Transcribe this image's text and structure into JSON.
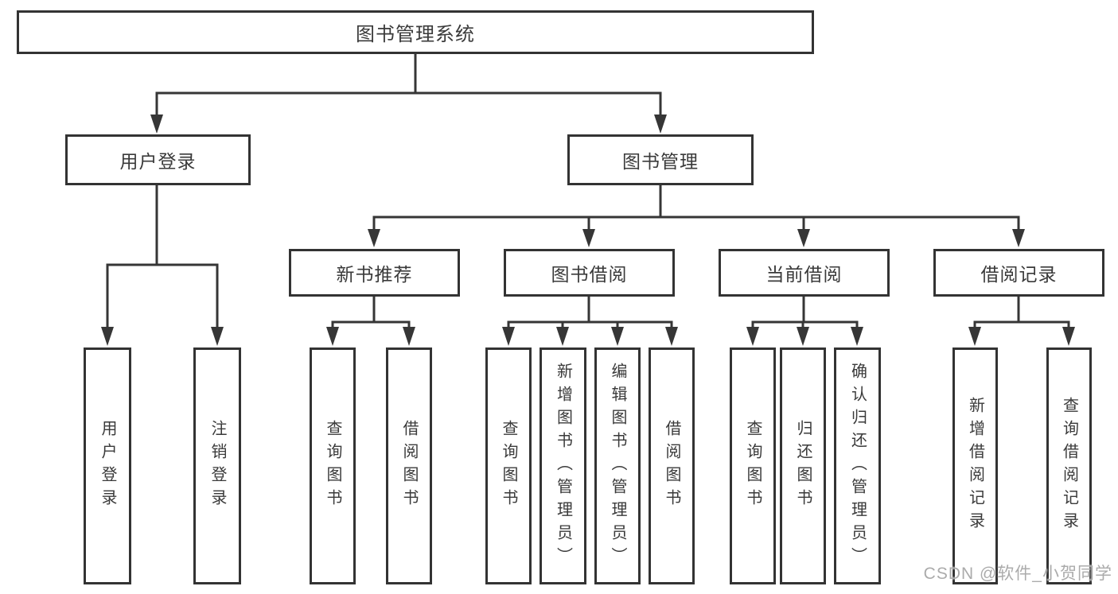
{
  "diagram": {
    "root": {
      "label": "图书管理系统"
    },
    "branches": [
      {
        "label": "用户登录",
        "children": [
          {
            "label": "用户登录"
          },
          {
            "label": "注销登录"
          }
        ]
      },
      {
        "label": "图书管理",
        "children": [
          {
            "label": "新书推荐",
            "children": [
              {
                "label": "查询图书"
              },
              {
                "label": "借阅图书"
              }
            ]
          },
          {
            "label": "图书借阅",
            "children": [
              {
                "label": "查询图书"
              },
              {
                "label": "新增图书（管理员）"
              },
              {
                "label": "编辑图书（管理员）"
              },
              {
                "label": "借阅图书"
              }
            ]
          },
          {
            "label": "当前借阅",
            "children": [
              {
                "label": "查询图书"
              },
              {
                "label": "归还图书"
              },
              {
                "label": "确认归还（管理员）"
              }
            ]
          },
          {
            "label": "借阅记录",
            "children": [
              {
                "label": "新增借阅记录"
              },
              {
                "label": "查询借阅记录"
              }
            ]
          }
        ]
      }
    ]
  },
  "watermark": {
    "text": "CSDN @软件_小贺同学"
  },
  "colors": {
    "line": "#363636",
    "box_border": "#333333",
    "text": "#3a3a3a",
    "background": "#ffffff",
    "watermark": "#ababab"
  }
}
